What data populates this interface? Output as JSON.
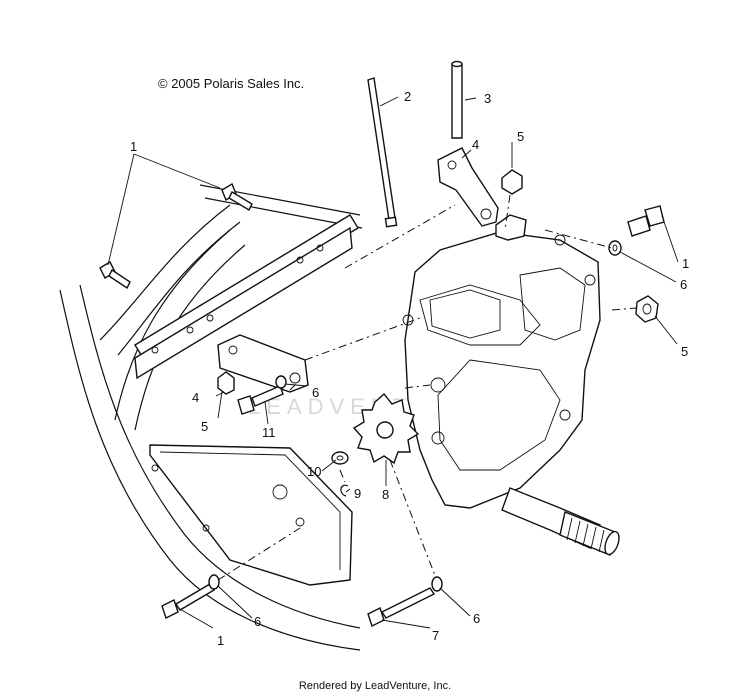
{
  "copyright": "© 2005 Polaris Sales Inc.",
  "footer": "Rendered by LeadVenture, Inc.",
  "watermark": "LEADVENTURE",
  "callouts": {
    "c1_top": "1",
    "c2": "2",
    "c3": "3",
    "c4_top": "4",
    "c5_top": "5",
    "c1_right": "1",
    "c6_right": "6",
    "c5_right": "5",
    "c4_left": "4",
    "c5_left": "5",
    "c6_mid": "6",
    "c11": "11",
    "c10": "10",
    "c9": "9",
    "c8": "8",
    "c1_bottom": "1",
    "c6_bottom_left": "6",
    "c7": "7",
    "c6_bottom_right": "6"
  }
}
